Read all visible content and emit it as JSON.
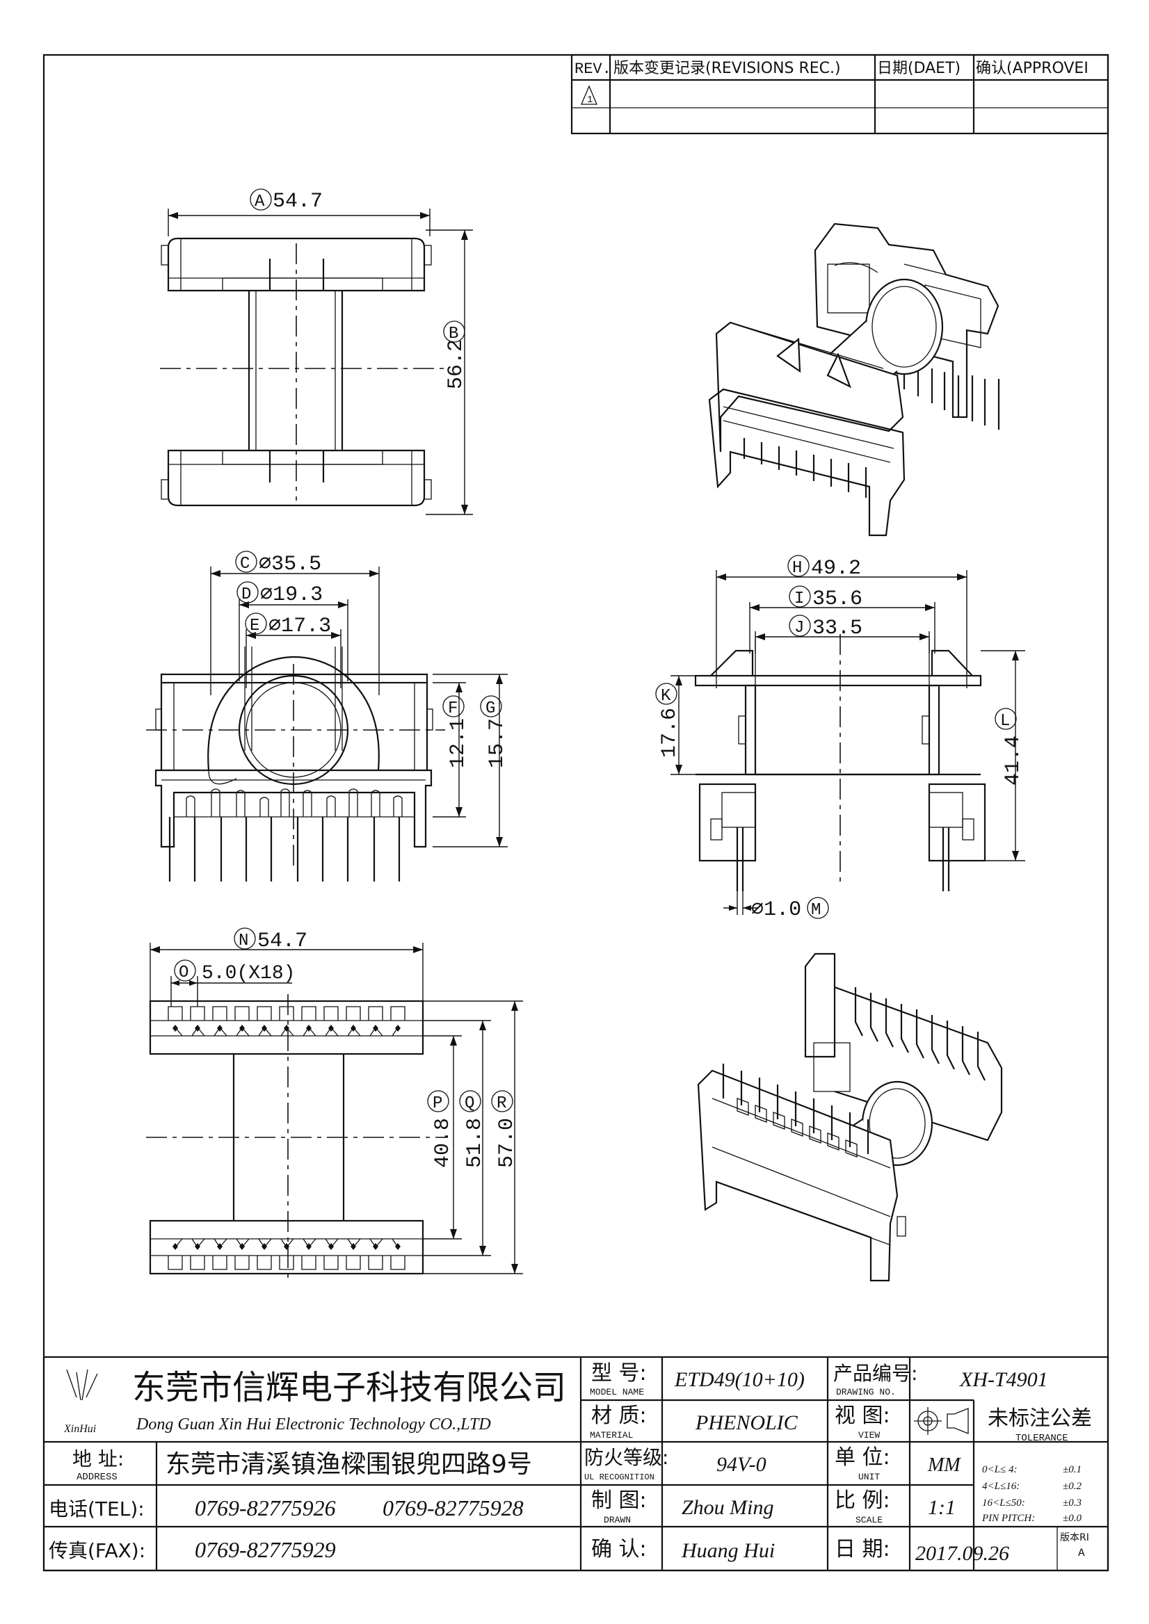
{
  "revision_table": {
    "headers": [
      "REV.",
      "版本变更记录(REVISIONS REC.)",
      "日期(DAET)",
      "确认(APPROVEI"
    ],
    "rev1": "1"
  },
  "dimensions": {
    "A": {
      "letter": "A",
      "value": "54.7"
    },
    "B": {
      "letter": "B",
      "value": "56.2"
    },
    "C": {
      "letter": "C",
      "value": "⌀35.5"
    },
    "D": {
      "letter": "D",
      "value": "⌀19.3"
    },
    "E": {
      "letter": "E",
      "value": "⌀17.3"
    },
    "F": {
      "letter": "F",
      "value": "12.1"
    },
    "G": {
      "letter": "G",
      "value": "15.7"
    },
    "H": {
      "letter": "H",
      "value": "49.2"
    },
    "I": {
      "letter": "I",
      "value": "35.6"
    },
    "J": {
      "letter": "J",
      "value": "33.5"
    },
    "K": {
      "letter": "K",
      "value": "17.6"
    },
    "L": {
      "letter": "L",
      "value": "41.4"
    },
    "M": {
      "letter": "M",
      "value": "⌀1.0"
    },
    "N": {
      "letter": "N",
      "value": "54.7"
    },
    "O": {
      "letter": "O",
      "value": "5.0(X18)"
    },
    "P": {
      "letter": "P",
      "value": "40.8"
    },
    "Q": {
      "letter": "Q",
      "value": "51.8"
    },
    "R": {
      "letter": "R",
      "value": "57.0"
    }
  },
  "title_block": {
    "logo_text": "XinHui",
    "company_cn": "东莞市信辉电子科技有限公司",
    "company_en": "Dong Guan Xin Hui Electronic Technology CO.,LTD",
    "address_label": "地  址:",
    "address_label_en": "ADDRESS",
    "address": "东莞市清溪镇渔樑围银兜四路9号",
    "tel_label": "电话(TEL):",
    "tel1": "0769-82775926",
    "tel2": "0769-82775928",
    "fax_label": "传真(FAX):",
    "fax": "0769-82775929",
    "model_label": "型  号:",
    "model_label_en": "MODEL NAME",
    "model": "ETD49(10+10)",
    "material_label": "材  质:",
    "material_label_en": "MATERIAL",
    "material": "PHENOLIC",
    "ul_label": "防火等级:",
    "ul_label_en": "UL RECOGNITION",
    "ul": "94V-0",
    "drawn_label": "制  图:",
    "drawn_label_en": "DRAWN",
    "drawn": "Zhou Ming",
    "confirm_label": "确  认:",
    "confirm": "Huang Hui",
    "drawing_no_label": "产品编号:",
    "drawing_no_label_en": "DRAWING NO.",
    "drawing_no": "XH-T4901",
    "view_label": "视  图:",
    "view_label_en": "VIEW",
    "unit_label": "单  位:",
    "unit_label_en": "UNIT",
    "unit": "MM",
    "scale_label": "比  例:",
    "scale_label_en": "SCALE",
    "scale": "1:1",
    "date_label": "日  期:",
    "date": "2017.09.26",
    "version_label": "版本RI",
    "version": "A",
    "tolerance_title": "未标注公差",
    "tolerance_title_en": "TOLERANCE",
    "tolerances": [
      {
        "range": "0<L≤ 4:",
        "value": "±0.1"
      },
      {
        "range": "4<L≤16:",
        "value": "±0.2"
      },
      {
        "range": "16<L≤50:",
        "value": "±0.3"
      },
      {
        "range": "PIN PITCH:",
        "value": "±0.0"
      }
    ]
  }
}
